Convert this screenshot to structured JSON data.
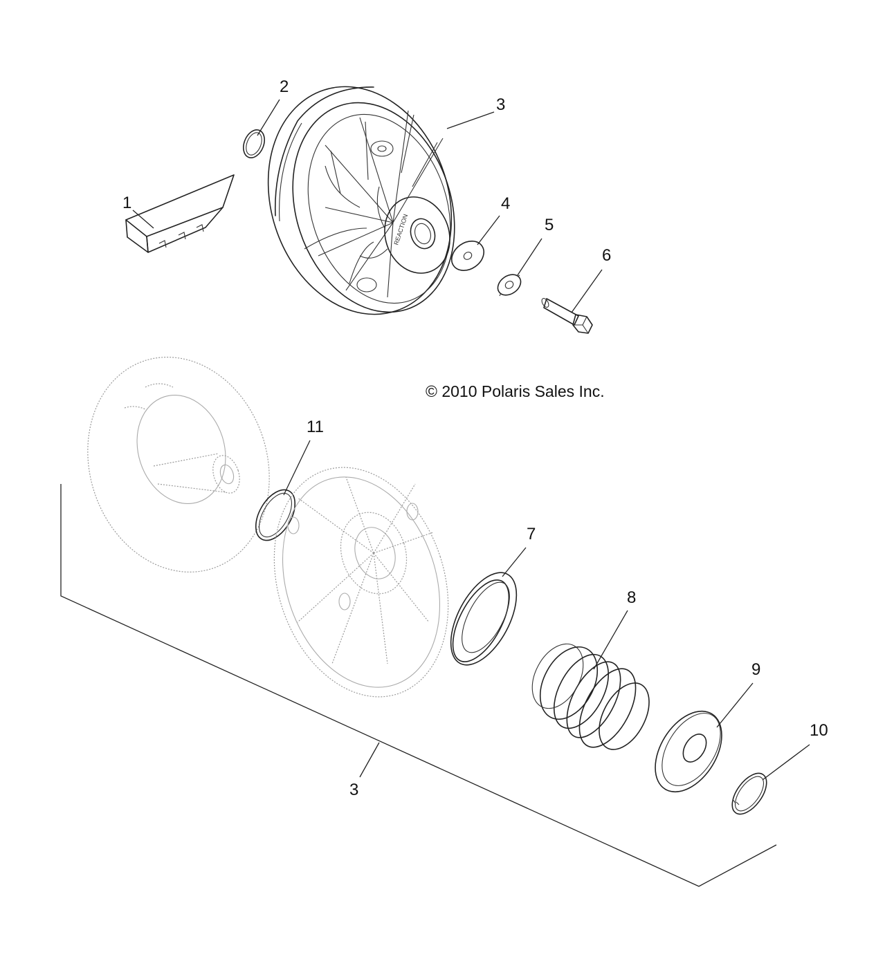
{
  "diagram": {
    "copyright": "© 2010 Polaris Sales Inc.",
    "callouts": [
      {
        "id": "c1",
        "text": "1"
      },
      {
        "id": "c2",
        "text": "2"
      },
      {
        "id": "c3a",
        "text": "3"
      },
      {
        "id": "c4",
        "text": "4"
      },
      {
        "id": "c5",
        "text": "5"
      },
      {
        "id": "c6",
        "text": "6"
      },
      {
        "id": "c11",
        "text": "11"
      },
      {
        "id": "c7",
        "text": "7"
      },
      {
        "id": "c8",
        "text": "8"
      },
      {
        "id": "c9",
        "text": "9"
      },
      {
        "id": "c10",
        "text": "10"
      },
      {
        "id": "c3b",
        "text": "3"
      }
    ],
    "cover_marking": "REACTION"
  }
}
